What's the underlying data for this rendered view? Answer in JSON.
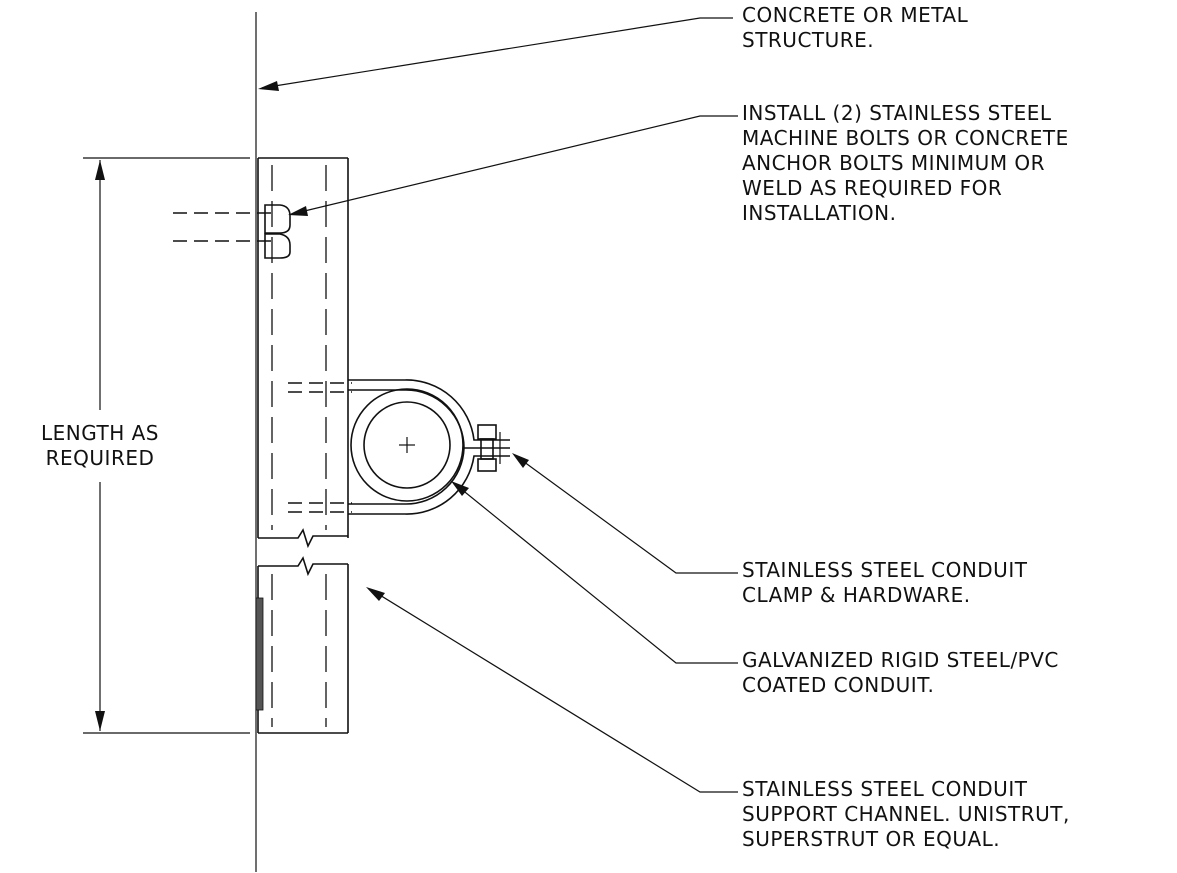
{
  "notes": {
    "structure": "CONCRETE OR METAL\nSTRUCTURE.",
    "bolts": "INSTALL (2) STAINLESS STEEL\nMACHINE BOLTS OR CONCRETE\nANCHOR BOLTS MINIMUM OR\nWELD AS REQUIRED FOR\nINSTALLATION.",
    "clamp": "STAINLESS STEEL CONDUIT\nCLAMP & HARDWARE.",
    "conduit": "GALVANIZED RIGID STEEL/PVC\nCOATED CONDUIT.",
    "channel": "STAINLESS STEEL CONDUIT\nSUPPORT CHANNEL. UNISTRUT,\nSUPERSTRUT OR EQUAL.",
    "length": "LENGTH AS\nREQUIRED"
  }
}
